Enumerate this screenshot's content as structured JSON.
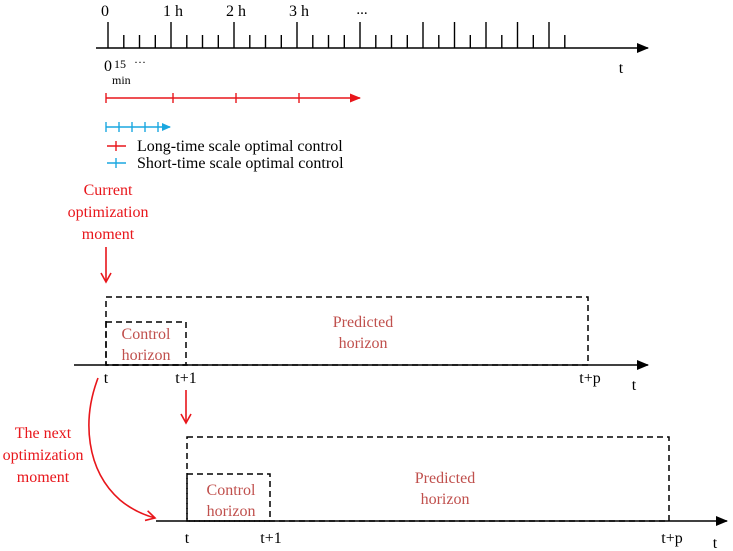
{
  "colors": {
    "axis": "#000000",
    "long_scale": "#e8161b",
    "short_scale": "#1aa7e0",
    "horizon_label": "#c0504d",
    "annotation": "#e8161b"
  },
  "timeline": {
    "hour_labels": [
      "0",
      "1 h",
      "2 h",
      "3 h",
      "..."
    ],
    "zero_label": "0",
    "minute_value": "15",
    "minute_unit": "min",
    "minute_ellipsis": "···",
    "axis_label": "t"
  },
  "legend": {
    "long_label": "Long-time scale optimal control",
    "short_label": "Short-time scale optimal control"
  },
  "current": {
    "label_lines": [
      "Current",
      "optimization",
      "moment"
    ],
    "control_lines": [
      "Control",
      "horizon"
    ],
    "predicted_lines": [
      "Predicted",
      "horizon"
    ],
    "tick_t": "t",
    "tick_t1": "t+1",
    "tick_tp": "t+p",
    "axis_label": "t"
  },
  "next": {
    "label_lines": [
      "The next",
      "optimization",
      "moment"
    ],
    "control_lines": [
      "Control",
      "horizon"
    ],
    "predicted_lines": [
      "Predicted",
      "horizon"
    ],
    "tick_t": "t",
    "tick_t1": "t+1",
    "tick_tp": "t+p",
    "axis_label": "t"
  }
}
